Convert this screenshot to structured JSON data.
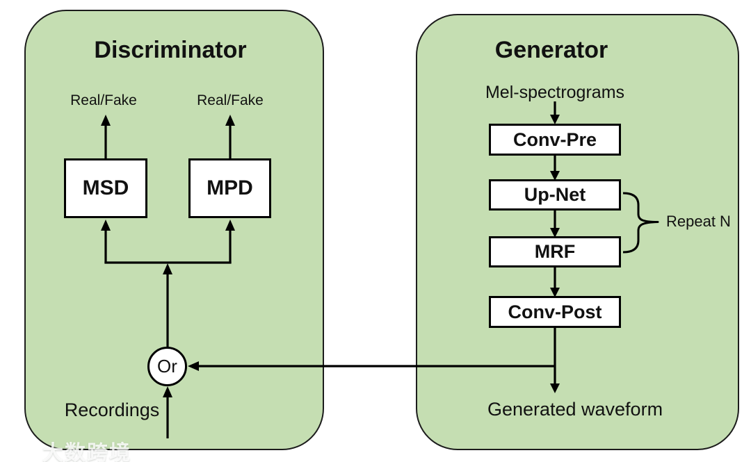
{
  "colors": {
    "panel_fill": "#c5deb2",
    "panel_border": "#1c1c1c",
    "box_fill": "#ffffff",
    "box_border": "#000000",
    "wire": "#000000",
    "text": "#111111"
  },
  "discriminator": {
    "title": "Discriminator",
    "outputs": [
      {
        "label": "Real/Fake"
      },
      {
        "label": "Real/Fake"
      }
    ],
    "boxes": [
      {
        "label": "MSD"
      },
      {
        "label": "MPD"
      }
    ],
    "or_label": "Or",
    "input_label": "Recordings"
  },
  "generator": {
    "title": "Generator",
    "input_label": "Mel-spectrograms",
    "boxes": [
      {
        "label": "Conv-Pre"
      },
      {
        "label": "Up-Net"
      },
      {
        "label": "MRF"
      },
      {
        "label": "Conv-Post"
      }
    ],
    "repeat_annotation": "Repeat N",
    "output_label": "Generated waveform"
  },
  "watermark": {
    "text": "大数跨境",
    "logo": "k100-logo-icon"
  }
}
